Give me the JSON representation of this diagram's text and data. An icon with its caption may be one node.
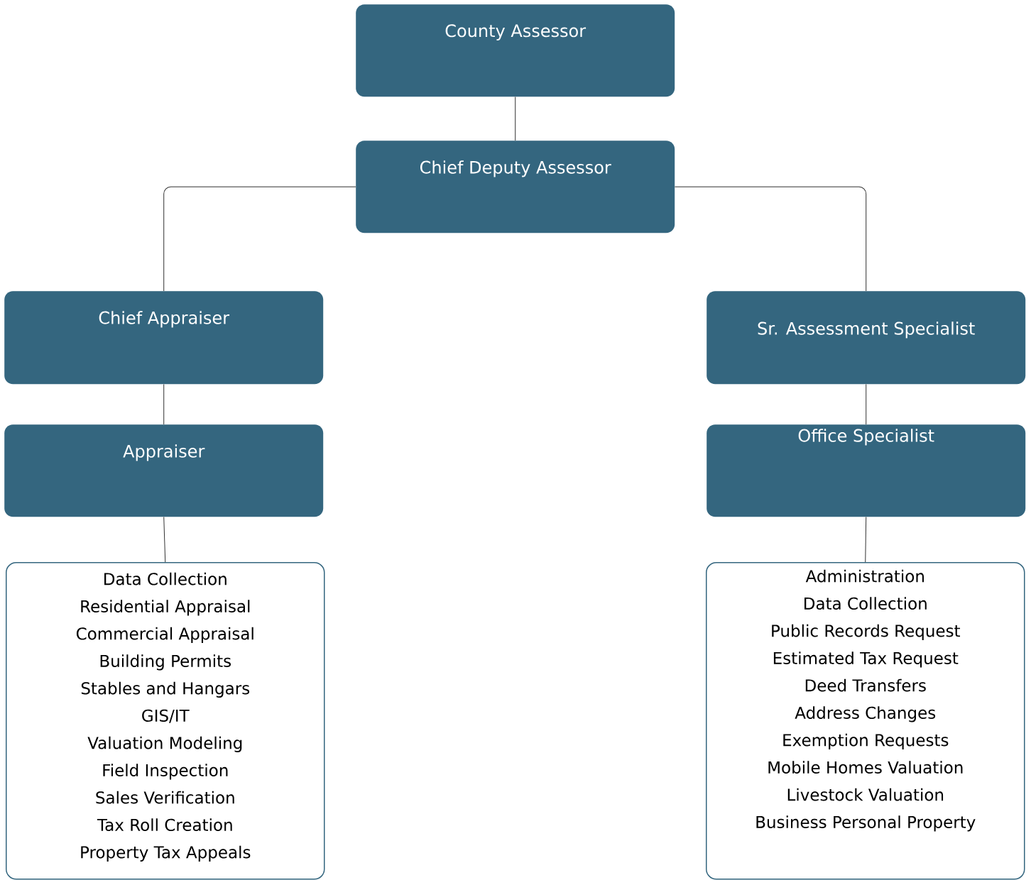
{
  "diagram": {
    "nodes": [
      {
        "text": [
          "County Assessor"
        ]
      },
      {
        "text": [
          "Chief Deputy Assessor"
        ]
      },
      {
        "text": [
          "Chief Appraiser"
        ]
      },
      {
        "text": [
          "Sr. Assessment Specialist"
        ]
      },
      {
        "text": [
          "Appraiser"
        ]
      },
      {
        "text": [
          "Office Specialist"
        ]
      },
      {
        "text": [
          "Data Collection",
          "Residential Appraisal",
          "Commercial Appraisal",
          "Building Permits",
          "Stables and Hangars",
          "GIS/IT",
          "Valuation Modeling",
          "Field Inspection",
          "Sales Verification",
          "Tax Roll Creation",
          "Property Tax Appeals"
        ]
      },
      {
        "text": [
          "Administration",
          "Data Collection",
          "Public Records Request",
          "Estimated Tax Request",
          "Deed Transfers",
          "Address Changes",
          "Exemption Requests",
          "Mobile Homes Valuation",
          "Livestock Valuation",
          "Business Personal Property"
        ]
      }
    ],
    "edges": [
      {
        "from": 0,
        "to": 1,
        "arrow": "none"
      },
      {
        "from": 1,
        "to": 2,
        "arrow": "none"
      },
      {
        "from": 1,
        "to": 3,
        "arrow": "none"
      },
      {
        "from": 2,
        "to": 4,
        "arrow": "none"
      },
      {
        "from": 3,
        "to": 5,
        "arrow": "none"
      },
      {
        "from": 4,
        "to": 6,
        "arrow": "none"
      },
      {
        "from": 5,
        "to": 7,
        "arrow": "none"
      }
    ]
  }
}
